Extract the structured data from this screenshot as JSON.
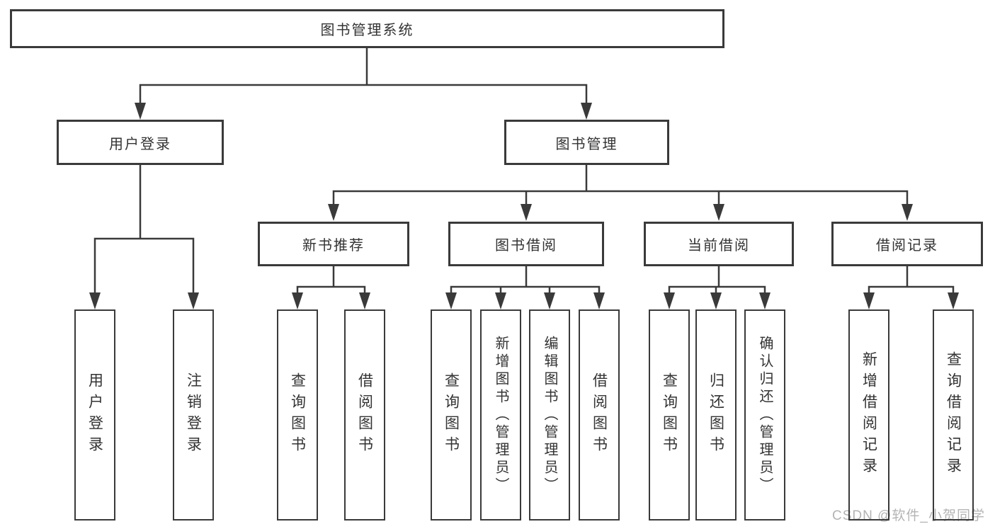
{
  "colors": {
    "line": "#3a3a3a",
    "text": "#333333",
    "background": "#ffffff",
    "watermark": "#b4b4b4"
  },
  "tree": {
    "root": {
      "label": "图书管理系统",
      "children": [
        {
          "label": "用户登录",
          "children": [
            {
              "label": "用户登录"
            },
            {
              "label": "注销登录"
            }
          ]
        },
        {
          "label": "图书管理",
          "children": [
            {
              "label": "新书推荐",
              "children": [
                {
                  "label": "查询图书"
                },
                {
                  "label": "借阅图书"
                }
              ]
            },
            {
              "label": "图书借阅",
              "children": [
                {
                  "label": "查询图书"
                },
                {
                  "label": "新增图书（管理员）"
                },
                {
                  "label": "编辑图书（管理员）"
                },
                {
                  "label": "借阅图书"
                }
              ]
            },
            {
              "label": "当前借阅",
              "children": [
                {
                  "label": "查询图书"
                },
                {
                  "label": "归还图书"
                },
                {
                  "label": "确认归还（管理员）"
                }
              ]
            },
            {
              "label": "借阅记录",
              "children": [
                {
                  "label": "新增借阅记录"
                },
                {
                  "label": "查询借阅记录"
                }
              ]
            }
          ]
        }
      ]
    }
  },
  "watermark": {
    "text": "CSDN @软件_小贺同学"
  }
}
